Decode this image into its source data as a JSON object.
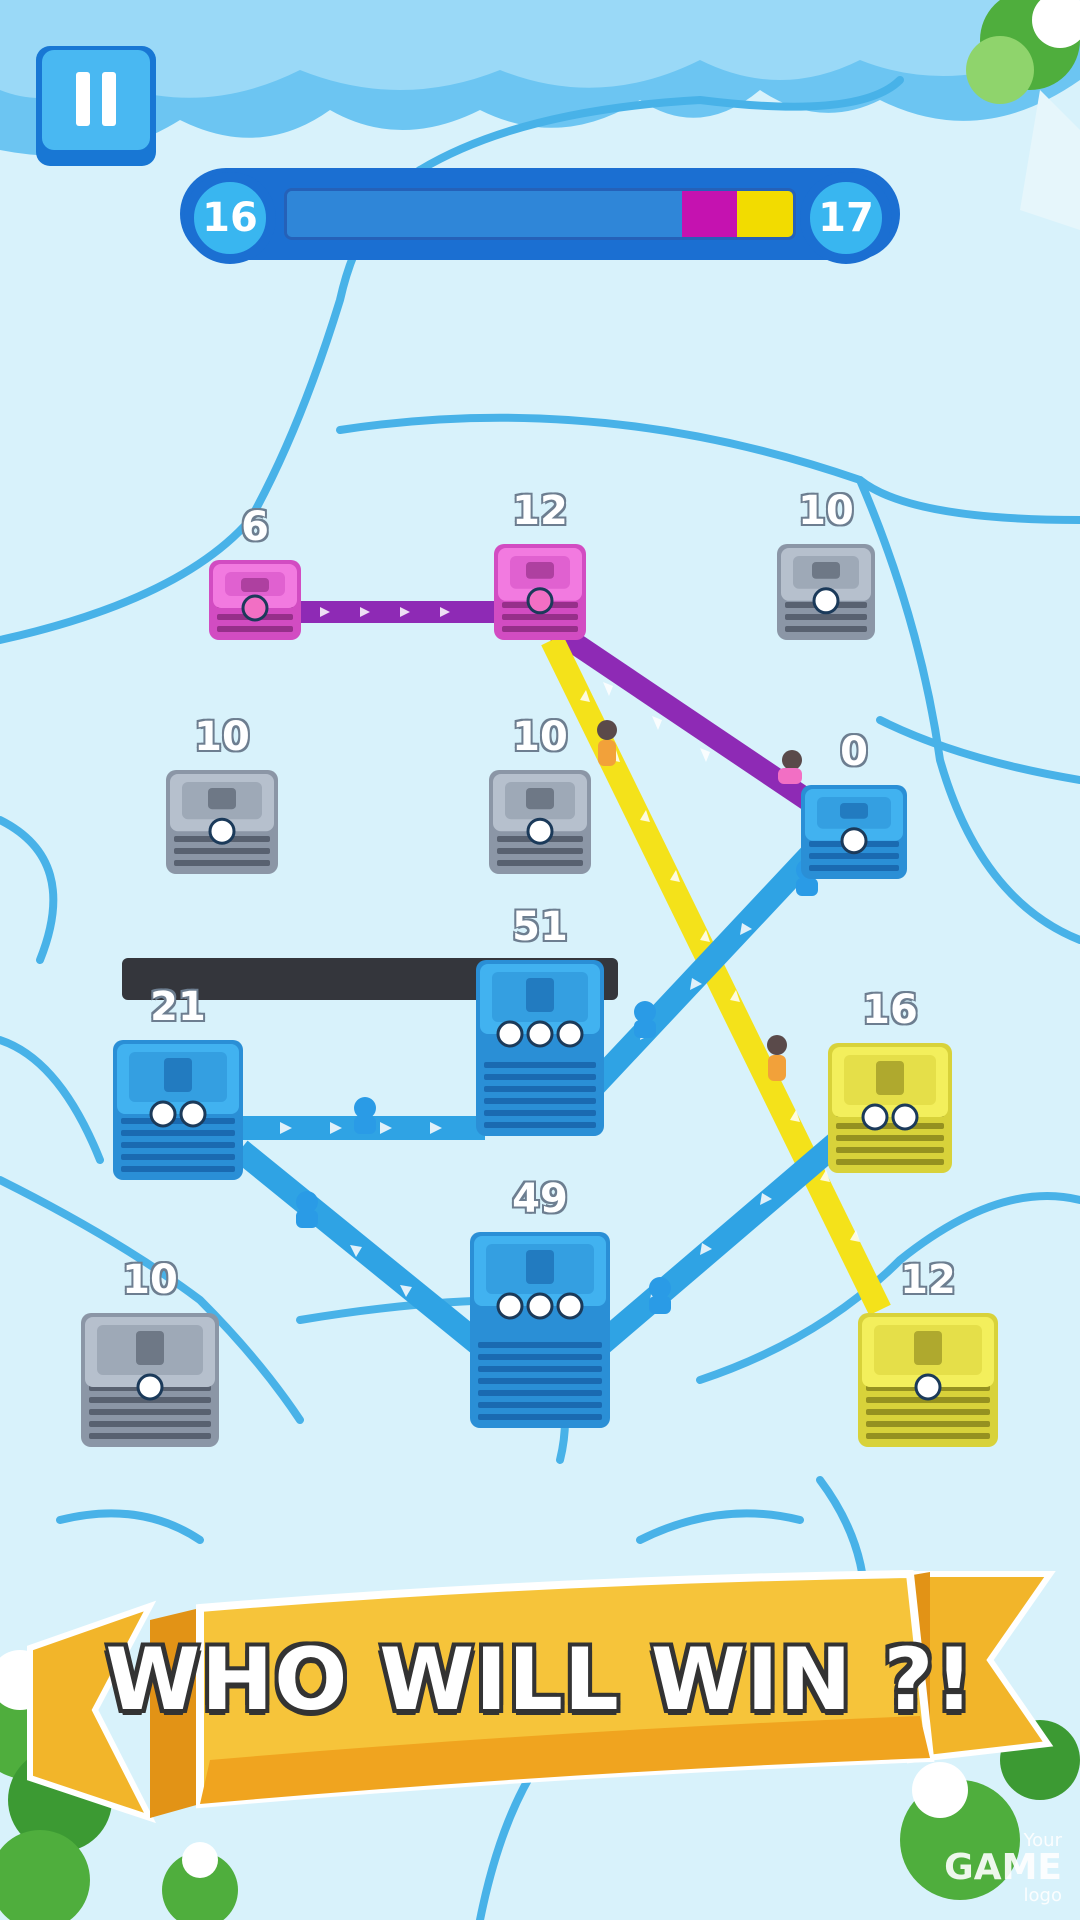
{
  "hud": {
    "left_score": "16",
    "right_score": "17",
    "progress": {
      "blue": 0.78,
      "magenta": 0.11,
      "yellow": 0.11
    },
    "colors": {
      "blue": "#2f86d8",
      "magenta": "#c512b0",
      "yellow": "#f2dc00"
    }
  },
  "towers": [
    {
      "id": "pink-a",
      "team": "pink",
      "count": "6"
    },
    {
      "id": "pink-b",
      "team": "pink",
      "count": "12"
    },
    {
      "id": "gray-a",
      "team": "gray",
      "count": "10"
    },
    {
      "id": "gray-b",
      "team": "gray",
      "count": "10"
    },
    {
      "id": "gray-c",
      "team": "gray",
      "count": "10"
    },
    {
      "id": "blue-a",
      "team": "blue",
      "count": "0"
    },
    {
      "id": "blue-b",
      "team": "blue",
      "count": "51"
    },
    {
      "id": "blue-c",
      "team": "blue",
      "count": "21"
    },
    {
      "id": "yellow-a",
      "team": "yellow",
      "count": "16"
    },
    {
      "id": "blue-d",
      "team": "blue",
      "count": "49"
    },
    {
      "id": "gray-d",
      "team": "gray",
      "count": "10"
    },
    {
      "id": "yellow-b",
      "team": "yellow",
      "count": "12"
    }
  ],
  "banner": {
    "text": "WHO WILL WIN ?!"
  },
  "logo": {
    "line1": "Your",
    "line2": "GAME",
    "line3": "logo"
  }
}
